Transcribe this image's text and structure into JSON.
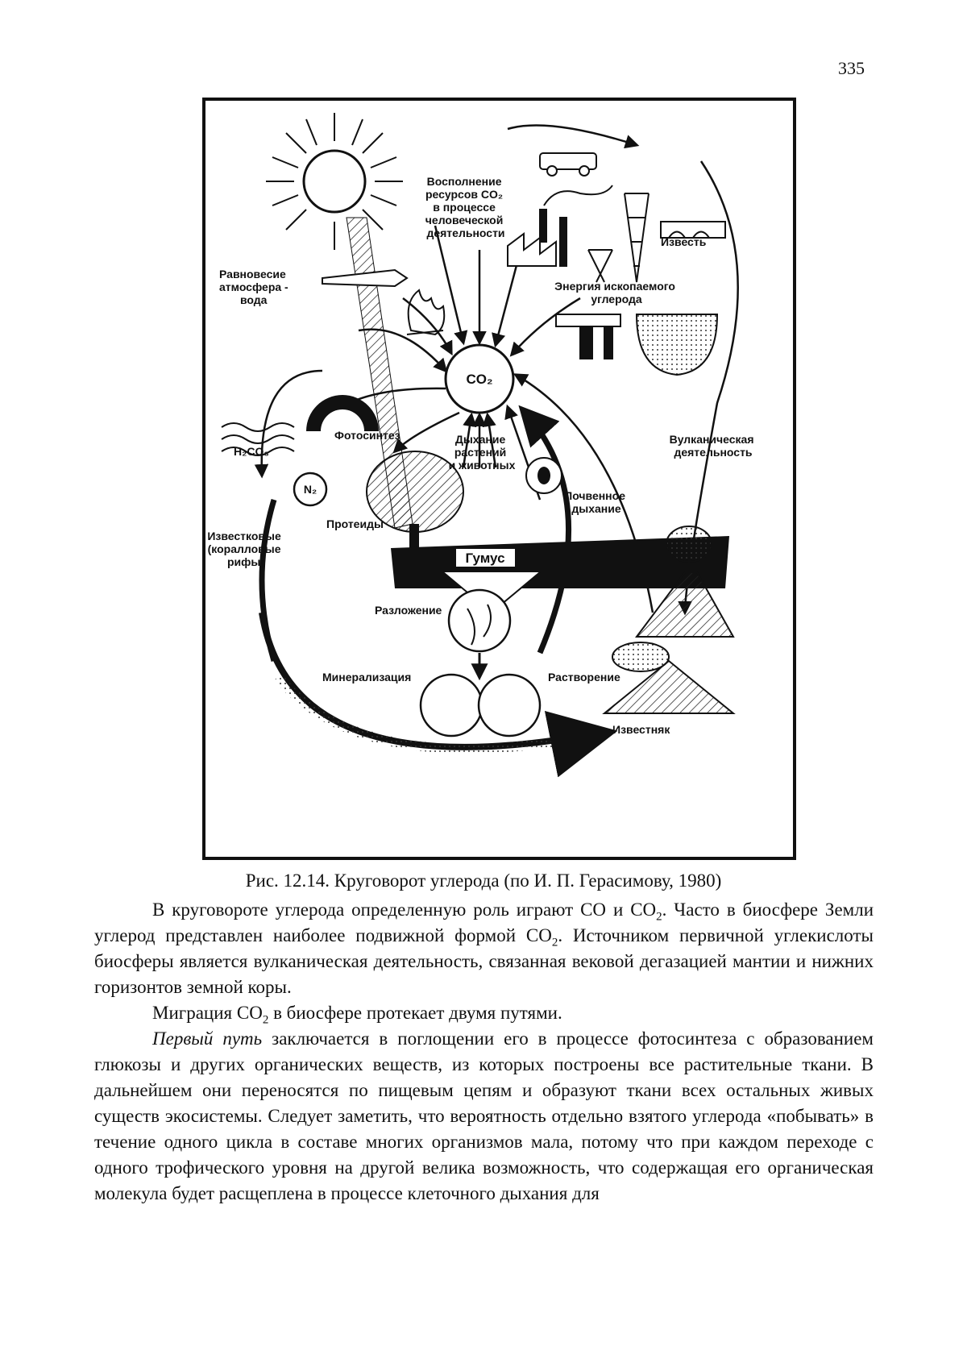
{
  "page_number": "335",
  "figure": {
    "labels": {
      "resources": [
        "Восполнение",
        "ресурсов CO₂",
        "в процессе",
        "человеческой",
        "деятельности"
      ],
      "equilibrium": [
        "Равновесие",
        "атмосфера -",
        "вода"
      ],
      "lime": "Известь",
      "fossil_energy": [
        "Энергия ископаемого",
        "углерода"
      ],
      "co2": "CO₂",
      "photosynthesis": "Фотосинтез",
      "h2co3": "H₂CO₃",
      "respiration": [
        "Дыхание",
        "растений",
        "и животных"
      ],
      "volcanic": [
        "Вулканическая",
        "деятельность"
      ],
      "n2": "N₂",
      "proteids": "Протеиды",
      "soil_respiration": [
        "Почвенное",
        "дыхание"
      ],
      "reefs": [
        "Известковые",
        "(коралловые",
        "рифы)"
      ],
      "humus": "Гумус",
      "decomposition": "Разложение",
      "mineralization": "Минерализация",
      "dissolution": "Растворение",
      "limestone": "Известняк"
    }
  },
  "caption": "Рис. 12.14. Круговорот углерода (по И. П. Герасимову, 1980)",
  "paragraphs": {
    "p1_a": "В круговороте углерода определенную роль играют CO и CO",
    "p1_b": ". Часто в биосфере Земли углерод представлен наиболее подвижной формой CO",
    "p1_c": ". Источником первичной углекислоты биосферы является вулканическая деятельность, связанная вековой дегазацией мантии и нижних горизонтов земной коры.",
    "sub2": "2",
    "p2_a": "Миграция CO",
    "p2_b": " в биосфере протекает двумя путями.",
    "p3_italic": "Первый путь",
    "p3_rest": " заключается в поглощении его в процессе фотосинтеза с образованием глюкозы и других органических веществ, из которых построены все растительные ткани. В дальнейшем они переносятся по пищевым цепям и образуют ткани всех остальных живых существ экосистемы. Следует заметить, что вероятность отдельно взятого углерода «побывать» в течение одного цикла в составе многих организмов мала, потому что при каждом переходе с одного трофического уровня на другой велика возможность, что содержащая его органическая молекула будет расщеплена в процессе клеточного дыхания для"
  }
}
